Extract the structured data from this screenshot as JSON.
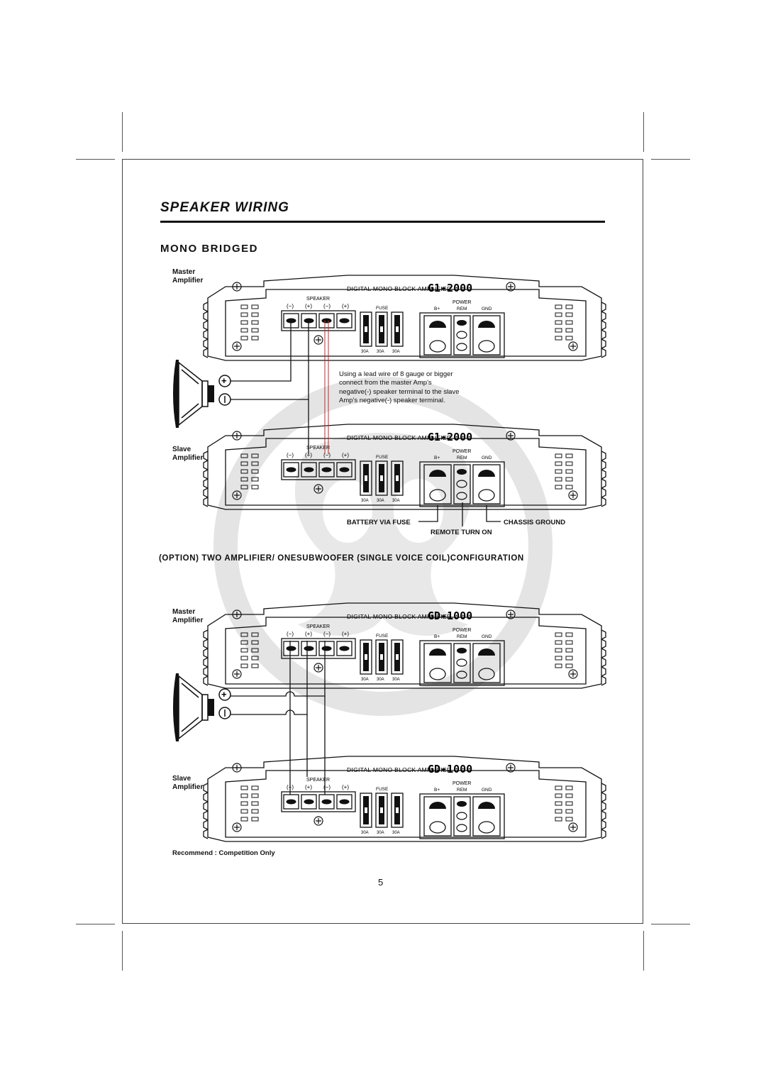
{
  "page": {
    "title": "SPEAKER WIRING",
    "section": "MONO BRIDGED",
    "option": "(OPTION) TWO AMPLIFIER/ ONESUBWOOFER (SINGLE VOICE COIL)CONFIGURATION",
    "recommend": "Recommend : Competition Only",
    "page_number": "5"
  },
  "labels": {
    "master_line1": "Master",
    "master_line2": "Amplifier",
    "slave_line1": "Slave",
    "slave_line2": "Amplifier"
  },
  "note": "Using a lead wire of 8 gauge or bigger connect from the master Amp's negative(-) speaker terminal to the slave Amp's negative(-) speaker terminal.",
  "callouts": {
    "battery": "BATTERY VIA FUSE",
    "chassis": "CHASSIS GROUND",
    "remote": "REMOTE TURN ON"
  },
  "amplifiers": [
    {
      "brand": "DIGITAL MONO BLOCK AMPLIFIER",
      "model": "G1-2000"
    },
    {
      "brand": "DIGITAL MONO BLOCK AMPLIFIER",
      "model": "G1-2000"
    },
    {
      "brand": "DIGITAL MONO BLOCK AMPLIFIER",
      "model": "GD-1000"
    },
    {
      "brand": "DIGITAL MONO BLOCK AMPLIFIER",
      "model": "GD-1000"
    }
  ],
  "amp_panel": {
    "speaker_label": "SPEAKER",
    "terminals": [
      "(−)",
      "(+)",
      "(−)",
      "(+)"
    ],
    "fuse_label": "FUSE",
    "fuse_ratings": [
      "30A",
      "30A",
      "30A"
    ],
    "power_label": "POWER",
    "power_terminals": [
      "B+",
      "REM",
      "GND"
    ]
  },
  "speaker": {
    "plus_symbol": "+",
    "minus_symbol": "−"
  }
}
